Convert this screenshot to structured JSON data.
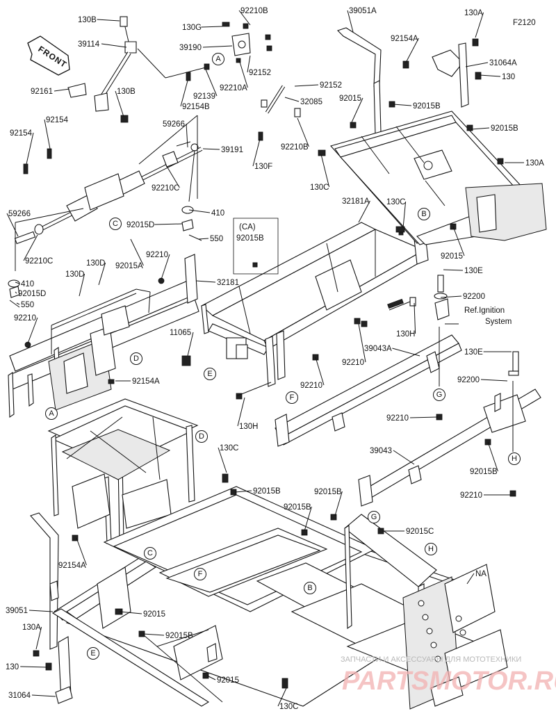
{
  "diagram_code": "F2120",
  "front_label": "FRONT",
  "part_labels": [
    "130B",
    "39114",
    "130G",
    "92210B",
    "39190",
    "92152",
    "92210A",
    "92152",
    "32085",
    "92210B",
    "130F",
    "92139",
    "92154B",
    "92161",
    "130B",
    "92154",
    "92154",
    "59266",
    "39191",
    "92210C",
    "410",
    "92015D",
    "550",
    "59266",
    "92210C",
    "410",
    "92015D",
    "550",
    "92015A",
    "92210",
    "130D",
    "130D",
    "92210",
    "32181",
    "39051A",
    "92154A",
    "130A",
    "31064A",
    "130",
    "92015",
    "92015B",
    "92015B",
    "130A",
    "130C",
    "32181A",
    "130C",
    "92015",
    "130E",
    "92200",
    "130H",
    "92210",
    "39043A",
    "11065",
    "92210",
    "130H",
    "92154A",
    "130E",
    "92200",
    "92210",
    "130C",
    "92015B",
    "39043",
    "92015B",
    "92210",
    "92015B",
    "92015B",
    "92015C",
    "92154A",
    "NA",
    "39051",
    "92015",
    "130A",
    "92015B",
    "130",
    "92015",
    "31064",
    "130C"
  ],
  "ca_box": {
    "title": "(CA)",
    "part": "92015B"
  },
  "reference_note": {
    "line1": "Ref.Ignition",
    "line2": "System"
  },
  "callout_letters": [
    "A",
    "A",
    "B",
    "B",
    "C",
    "C",
    "D",
    "D",
    "E",
    "E",
    "F",
    "F",
    "G",
    "G",
    "H",
    "H"
  ],
  "watermark": {
    "line1": "ЗАПЧАСТИ И АКСЕССУАРЫ ДЛЯ МОТОТЕХНИКИ",
    "line2": "PARTSMOTOR.RU"
  }
}
